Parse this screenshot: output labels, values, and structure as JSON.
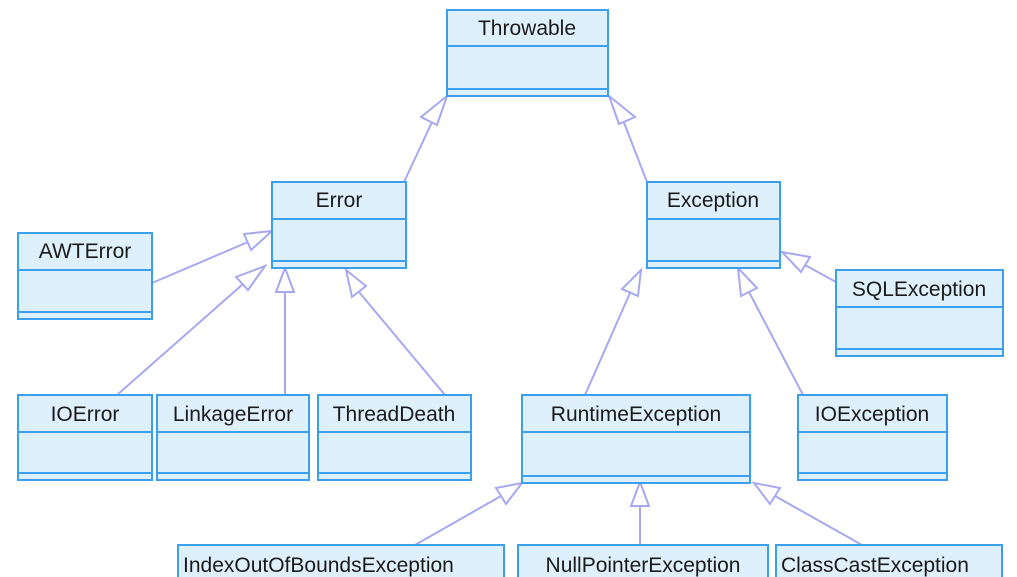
{
  "diagram": {
    "classes": {
      "throwable": "Throwable",
      "error": "Error",
      "exception": "Exception",
      "awt_error": "AWTError",
      "sql_exception": "SQLException",
      "io_error": "IOError",
      "linkage_error": "LinkageError",
      "thread_death": "ThreadDeath",
      "runtime_exception": "RuntimeException",
      "io_exception": "IOException",
      "index_out_of_bounds_exception": "IndexOutOfBoundsException",
      "null_pointer_exception": "NullPointerException",
      "class_cast_exception": "ClassCastException"
    },
    "inheritance": [
      [
        "error",
        "throwable"
      ],
      [
        "exception",
        "throwable"
      ],
      [
        "awt_error",
        "error"
      ],
      [
        "io_error",
        "error"
      ],
      [
        "linkage_error",
        "error"
      ],
      [
        "thread_death",
        "error"
      ],
      [
        "runtime_exception",
        "exception"
      ],
      [
        "io_exception",
        "exception"
      ],
      [
        "sql_exception",
        "exception"
      ],
      [
        "index_out_of_bounds_exception",
        "runtime_exception"
      ],
      [
        "null_pointer_exception",
        "runtime_exception"
      ],
      [
        "class_cast_exception",
        "runtime_exception"
      ]
    ]
  }
}
